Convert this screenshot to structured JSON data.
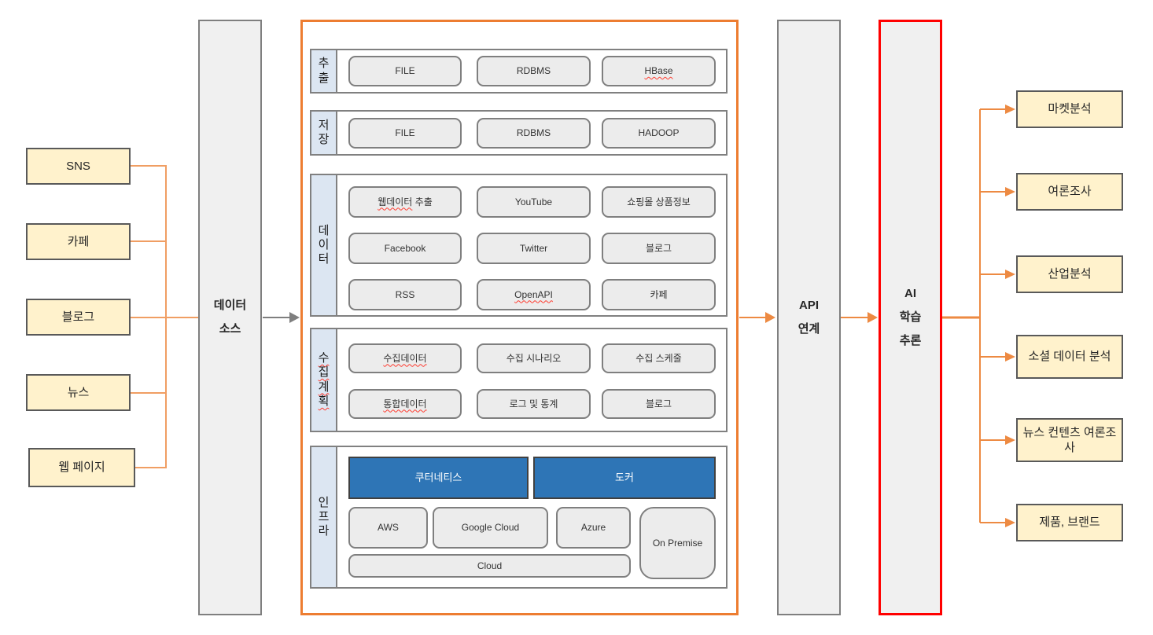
{
  "colors": {
    "source_box_fill": "#fff2cc",
    "source_box_border": "#595959",
    "column_fill": "#f0f0f0",
    "column_border": "#7f7f7f",
    "pipeline_border_orange": "#ed7d31",
    "ai_border_red": "#ff0000",
    "section_label_fill": "#dce6f2",
    "item_fill": "#ececec",
    "platform_blue": "#2e75b6",
    "connector_orange": "#ed8a42",
    "connector_light_orange": "#f09e63",
    "connector_gray": "#7f7f7f"
  },
  "sources": {
    "items": [
      "SNS",
      "카페",
      "블로그",
      "뉴스",
      "웹 페이지"
    ]
  },
  "columns": {
    "data_source": {
      "lines": [
        "데이터",
        "소스"
      ]
    },
    "api": {
      "lines": [
        "API",
        "연계"
      ]
    },
    "ai": {
      "lines": [
        "AI",
        "학습",
        "추론"
      ]
    }
  },
  "pipeline": {
    "extract": {
      "label": "추출",
      "items": [
        "FILE",
        "RDBMS",
        "HBase"
      ]
    },
    "store": {
      "label": "저장",
      "items": [
        "FILE",
        "RDBMS",
        "HADOOP"
      ]
    },
    "data": {
      "label": "데이터",
      "web_extract": {
        "word1": "웹데이터",
        "word2": "추출"
      },
      "row1": [
        "YouTube",
        "쇼핑몰 상품정보"
      ],
      "row2": [
        "Facebook",
        "Twitter",
        "블로그"
      ],
      "row3": [
        "RSS",
        "OpenAPI",
        "카페"
      ]
    },
    "plan": {
      "label": "수집계획",
      "row1": [
        "수집데이터",
        "수집 시나리오",
        "수집 스케줄"
      ],
      "row2": [
        "통합데이터",
        "로그 및 통계",
        "블로그"
      ]
    },
    "infra": {
      "label": "인프라",
      "platforms": [
        "쿠터네티스",
        "도커"
      ],
      "clouds": [
        "AWS",
        "Google Cloud",
        "Azure"
      ],
      "on_premise": "On Premise",
      "cloud_bar": "Cloud"
    }
  },
  "outputs": {
    "items": [
      "마켓분석",
      "여론조사",
      "산업분석",
      "소셜 데이터 분석",
      "뉴스 컨텐츠 여론조사",
      "제품, 브랜드"
    ]
  }
}
